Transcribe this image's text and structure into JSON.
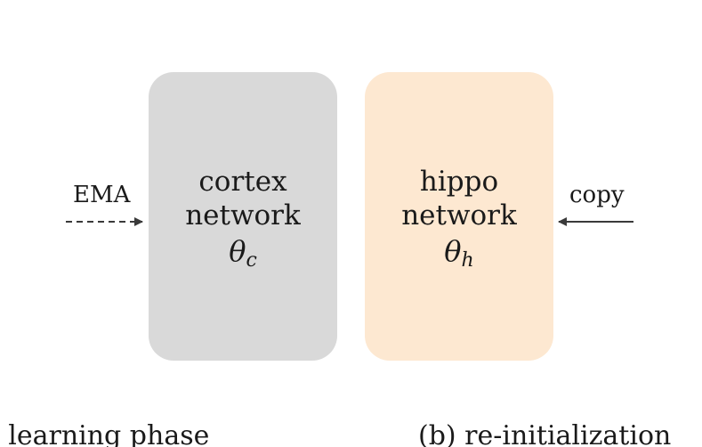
{
  "diagram": {
    "cortex": {
      "line1": "cortex",
      "line2": "network",
      "symbol": "θ",
      "subscript": "c"
    },
    "hippo": {
      "line1": "hippo",
      "line2": "network",
      "symbol": "θ",
      "subscript": "h"
    },
    "inputs": {
      "ema_label": "EMA",
      "copy_label": "copy"
    },
    "captions": {
      "left": ") learning phase",
      "right": "(b) re-initialization"
    },
    "colors": {
      "cortex_fill": "#d9d9d9",
      "hippo_fill": "#fde8d1",
      "arrow": "#3a3a3a"
    }
  }
}
